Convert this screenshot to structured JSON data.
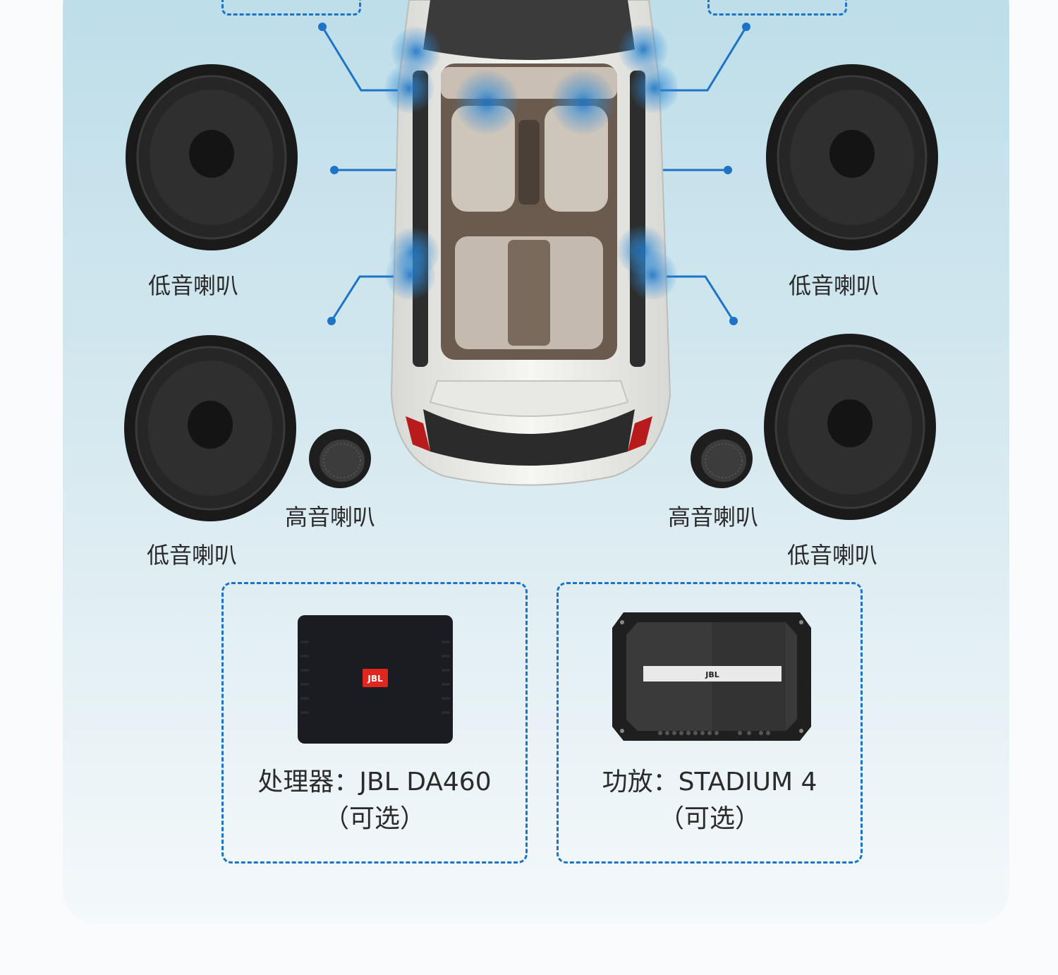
{
  "labels": {
    "woofer_left_top": "低音喇叭",
    "woofer_right_top": "低音喇叭",
    "woofer_left_bottom": "低音喇叭",
    "woofer_right_bottom": "低音喇叭",
    "tweeter_left": "高音喇叭",
    "tweeter_right": "高音喇叭"
  },
  "devices": {
    "processor": {
      "title": "处理器：JBL DA460",
      "note": "（可选）",
      "brand": "JBL"
    },
    "amplifier": {
      "title": "功放：STADIUM 4",
      "note": "（可选）",
      "brand": "JBL"
    }
  },
  "colors": {
    "accent_blue": "#1d74c6",
    "panel_top": "#bcdde9",
    "jbl_red": "#e0261d"
  },
  "icons": {
    "speaker": "woofer-icon",
    "tweeter": "tweeter-icon",
    "car": "car-top-view"
  }
}
